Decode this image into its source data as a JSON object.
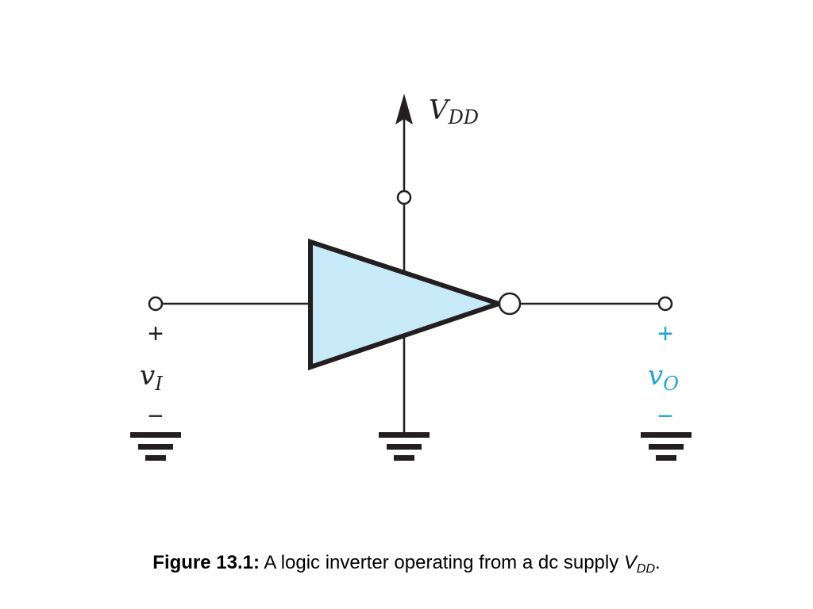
{
  "diagram": {
    "supply_label": {
      "main": "V",
      "sub": "DD"
    },
    "input": {
      "plus": "+",
      "minus": "−",
      "symbol": "v",
      "subscript": "I"
    },
    "output": {
      "plus": "+",
      "minus": "−",
      "symbol": "v",
      "subscript": "O"
    },
    "colors": {
      "gate_fill": "#c8e9f8",
      "line": "#231f20",
      "output_accent": "#1fa3d6"
    }
  },
  "caption": {
    "label": "Figure 13.1:",
    "text": " A logic inverter operating from a dc supply ",
    "var_main": "V",
    "var_sub": "DD",
    "end": "."
  }
}
